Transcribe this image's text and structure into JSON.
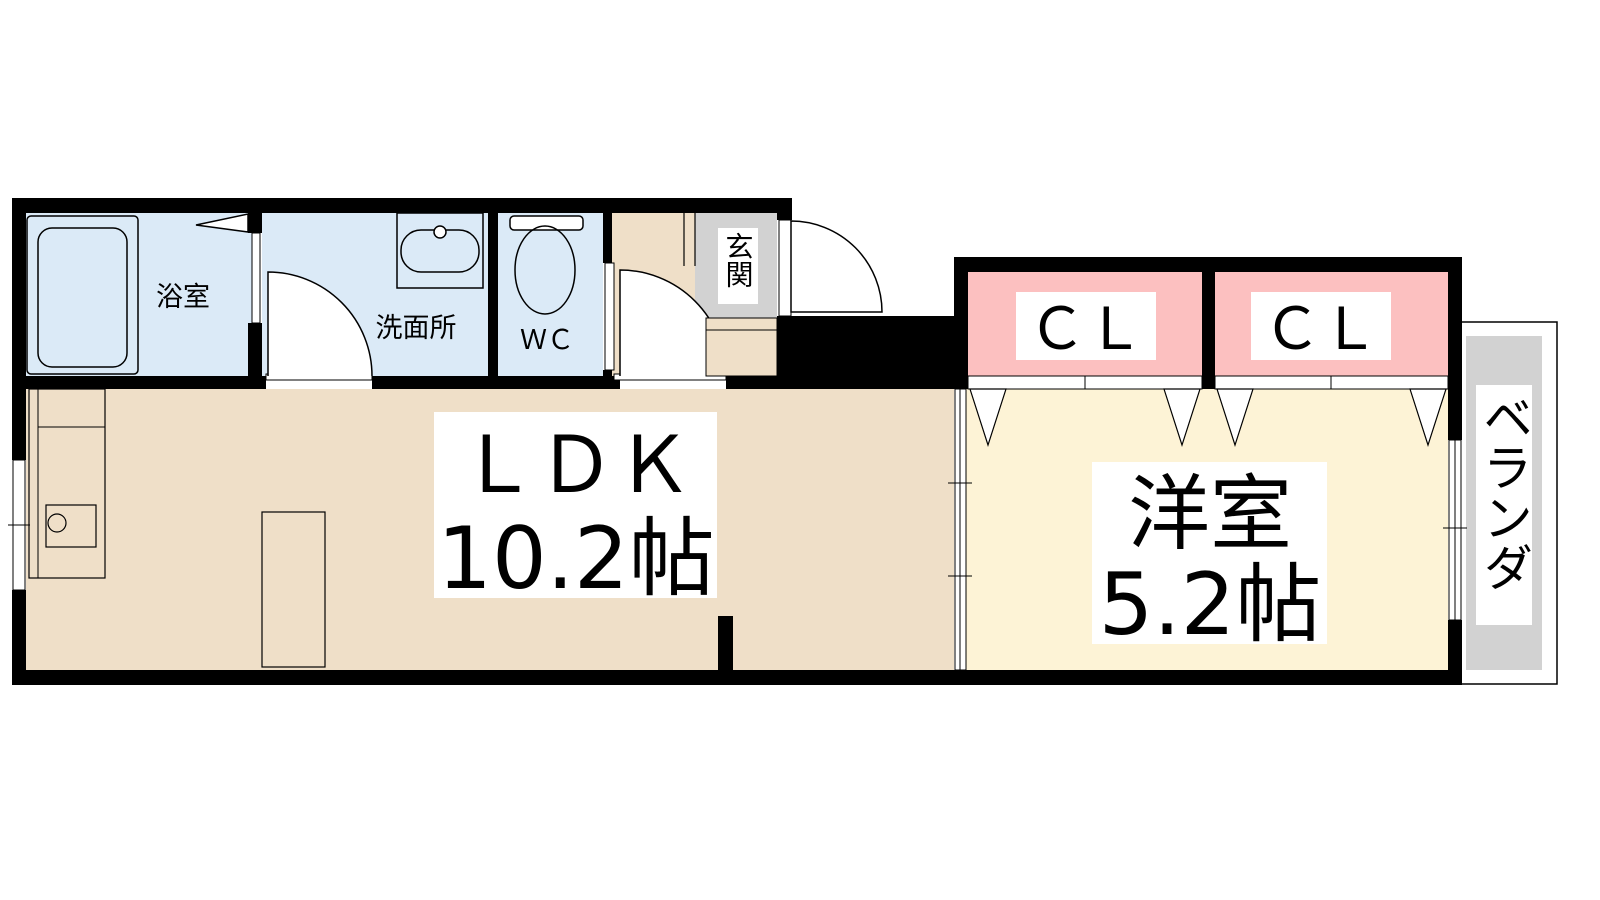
{
  "rooms": {
    "bath": "浴室",
    "washroom": "洗面所",
    "wc": "ＷＣ",
    "entrance": "玄関",
    "ldk_name": "ＬＤＫ",
    "ldk_size": "10.2帖",
    "closet_1": "ＣＬ",
    "closet_2": "ＣＬ",
    "western_name": "洋室",
    "western_size": "5.2帖",
    "balcony": "ベランダ"
  },
  "colors": {
    "wall": "#000000",
    "wet_area": "#dbeaf7",
    "ldk_floor": "#efdfc8",
    "western_floor": "#fdf3d6",
    "closet": "#fcc0c0",
    "entrance_floor": "#d2d2d2",
    "balcony": "#d2d2d2"
  }
}
